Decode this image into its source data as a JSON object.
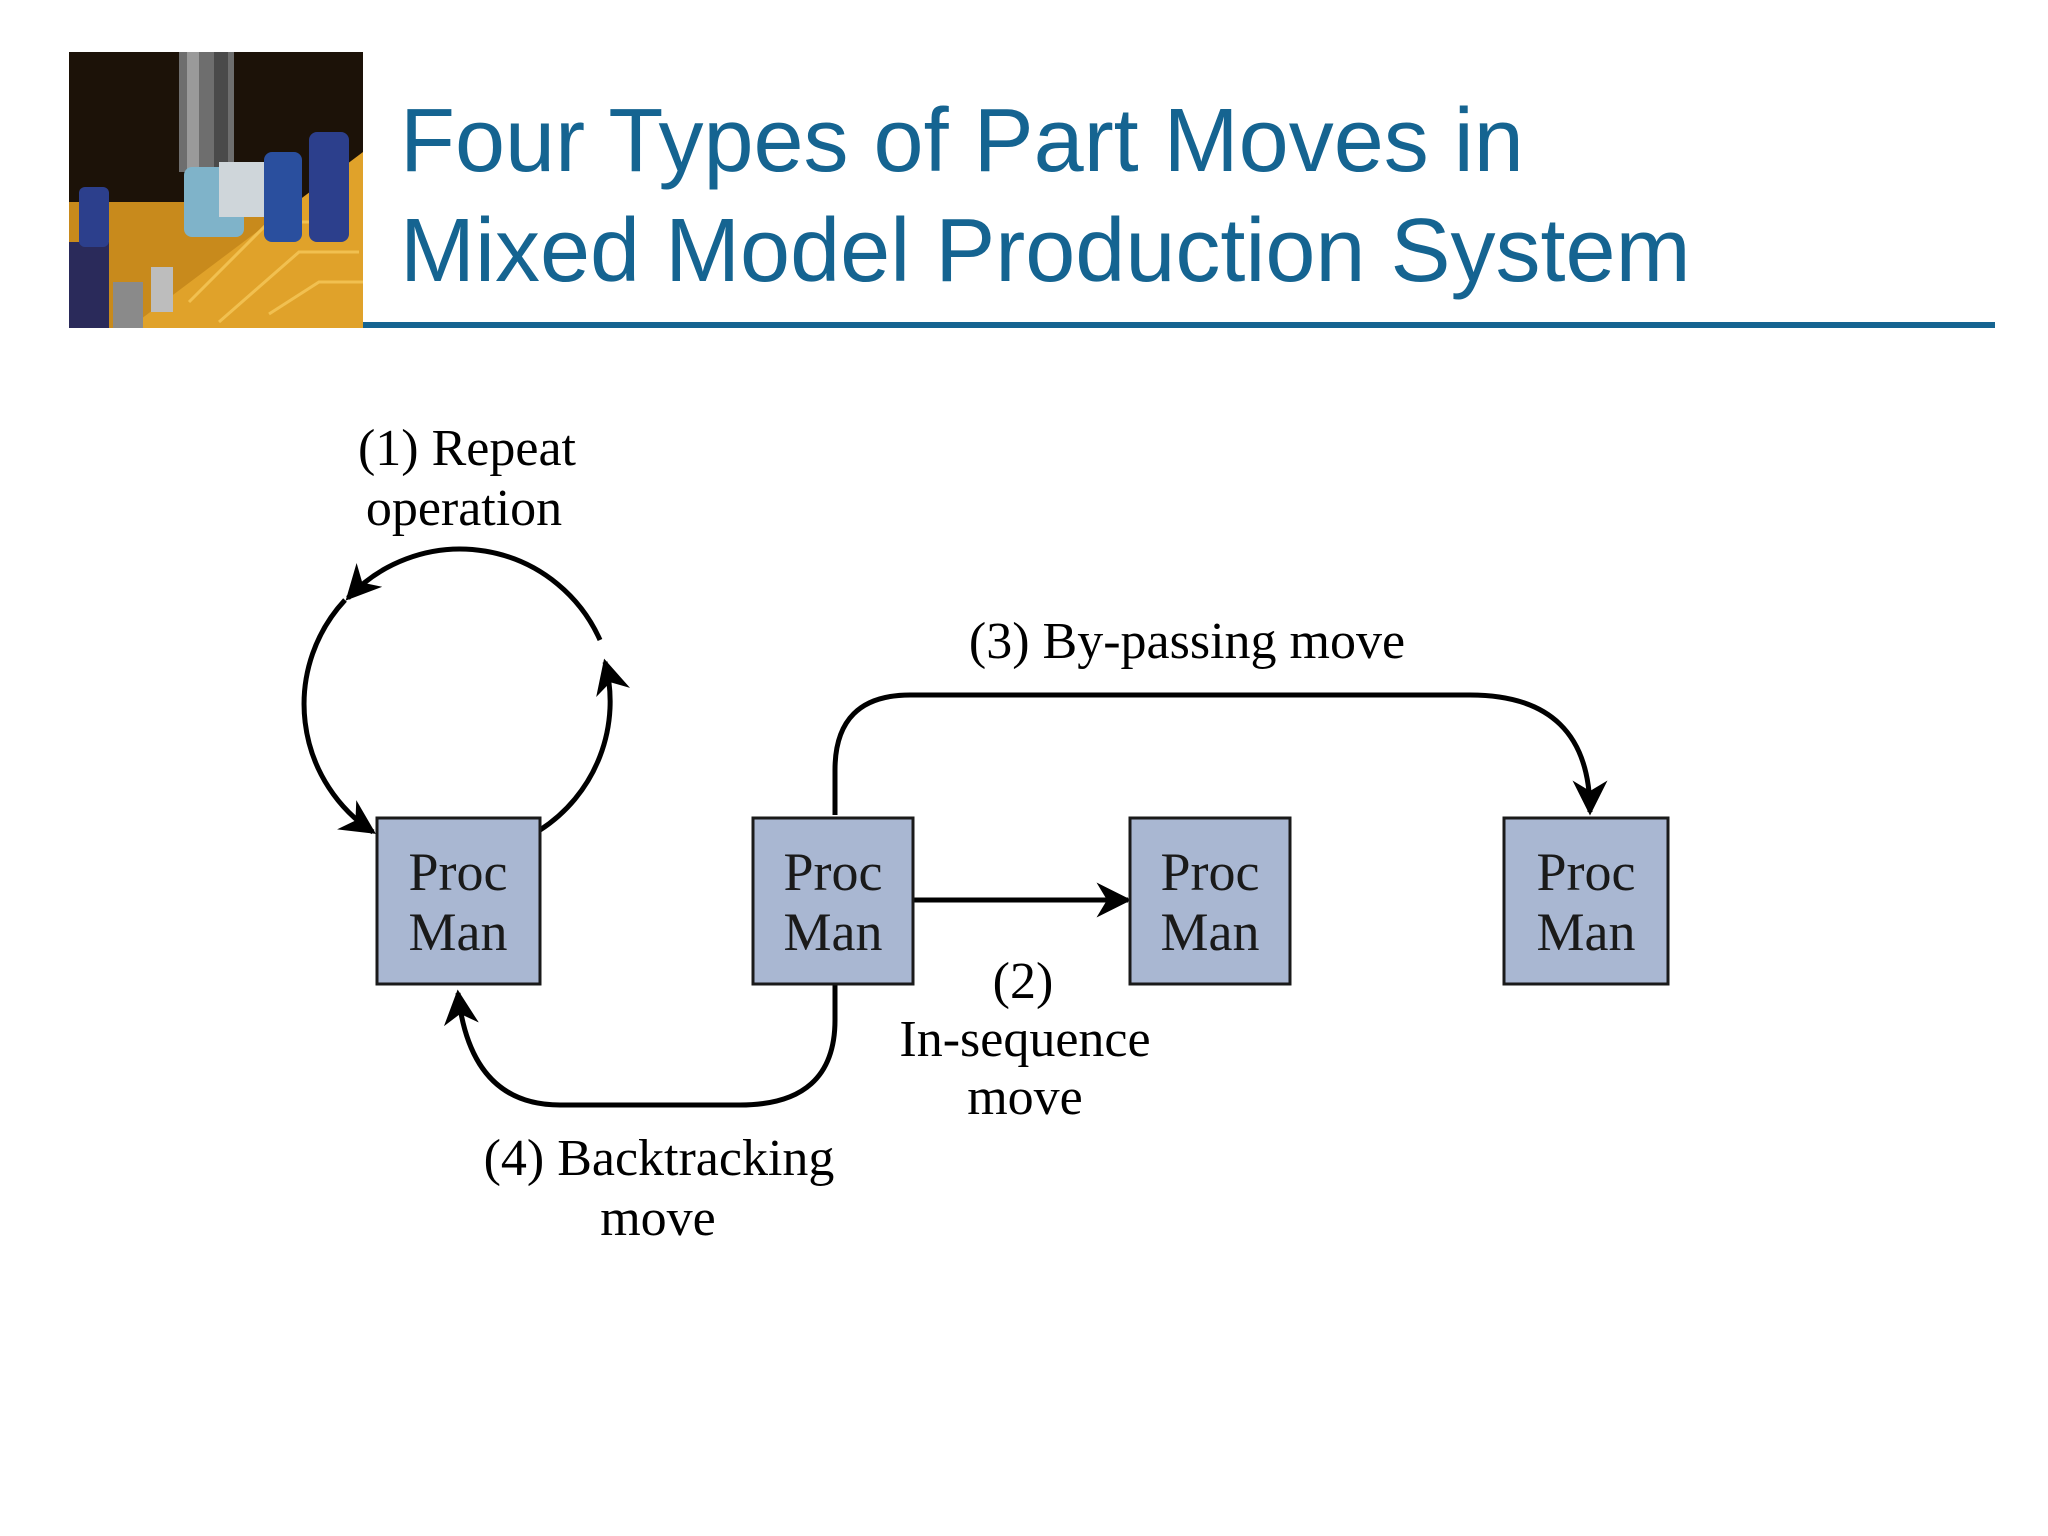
{
  "slide": {
    "title_line1": "Four Types of Part Moves in",
    "title_line2": "Mixed Model Production System",
    "accent_color": "#156491",
    "box_fill_color": "#A9B7D2"
  },
  "header_image": {
    "icon": "circuit-board-photo"
  },
  "diagram": {
    "stations": [
      {
        "line1": "Proc",
        "line2": "Man"
      },
      {
        "line1": "Proc",
        "line2": "Man"
      },
      {
        "line1": "Proc",
        "line2": "Man"
      },
      {
        "line1": "Proc",
        "line2": "Man"
      }
    ],
    "moves": {
      "repeat": {
        "line1": "(1) Repeat",
        "line2": "operation"
      },
      "in_sequence": {
        "line1": "(2)",
        "line2": "In-sequence",
        "line3": "move"
      },
      "bypass": {
        "line1": "(3) By-passing move"
      },
      "backtrack": {
        "line1": "(4) Backtracking",
        "line2": "move"
      }
    }
  }
}
